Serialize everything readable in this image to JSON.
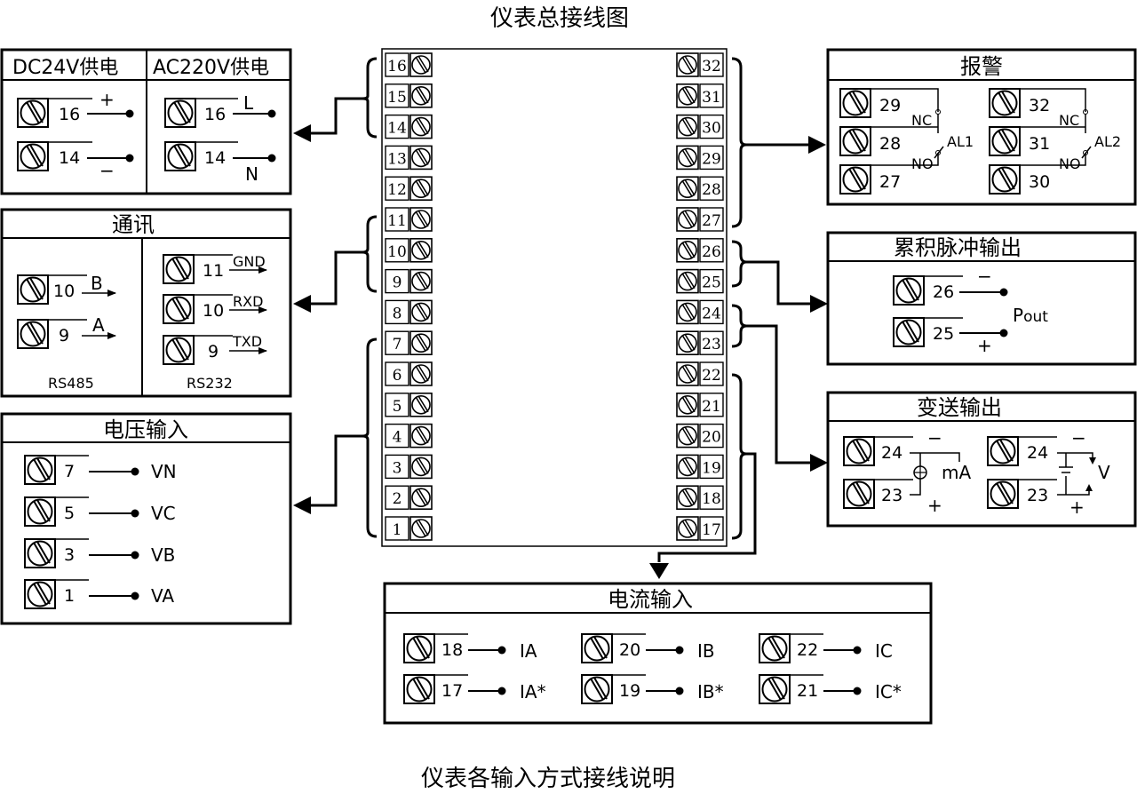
{
  "title": "仪表总接线图",
  "caption": "仪表各输入方式接线说明",
  "terminals": {
    "left": [
      "16",
      "15",
      "14",
      "13",
      "12",
      "11",
      "10",
      "9",
      "8",
      "7",
      "6",
      "5",
      "4",
      "3",
      "2",
      "1"
    ],
    "right": [
      "32",
      "31",
      "30",
      "29",
      "28",
      "27",
      "26",
      "25",
      "24",
      "23",
      "22",
      "21",
      "20",
      "19",
      "18",
      "17"
    ]
  },
  "power": {
    "dc_title": "DC24V供电",
    "ac_title": "AC220V供电",
    "dc": [
      {
        "pin": "16",
        "sign": "+"
      },
      {
        "pin": "14",
        "sign": "−"
      }
    ],
    "ac": [
      {
        "pin": "16",
        "sign": "L"
      },
      {
        "pin": "14",
        "sign": "N"
      }
    ]
  },
  "comm": {
    "title": "通讯",
    "rs485_label": "RS485",
    "rs232_label": "RS232",
    "rs485": [
      {
        "pin": "10",
        "sig": "B"
      },
      {
        "pin": "9",
        "sig": "A"
      }
    ],
    "rs232": [
      {
        "pin": "11",
        "sig": "GND"
      },
      {
        "pin": "10",
        "sig": "RXD"
      },
      {
        "pin": "9",
        "sig": "TXD"
      }
    ]
  },
  "voltage": {
    "title": "电压输入",
    "rows": [
      {
        "pin": "7",
        "sig": "VN"
      },
      {
        "pin": "5",
        "sig": "VC"
      },
      {
        "pin": "3",
        "sig": "VB"
      },
      {
        "pin": "1",
        "sig": "VA"
      }
    ]
  },
  "alarm": {
    "title": "报警",
    "nc": "NC",
    "no": "NO",
    "al1": {
      "name": "AL1",
      "pins": [
        "29",
        "28",
        "27"
      ]
    },
    "al2": {
      "name": "AL2",
      "pins": [
        "32",
        "31",
        "30"
      ]
    }
  },
  "pulse": {
    "title": "累积脉冲输出",
    "rows": [
      {
        "pin": "26",
        "sign": "−"
      },
      {
        "pin": "25",
        "sign": "+"
      }
    ],
    "label_main": "P",
    "label_sub": "out"
  },
  "transmit": {
    "title": "变送输出",
    "ma": {
      "pins": [
        "24",
        "23"
      ],
      "unit": "mA",
      "minus": "−",
      "plus": "+"
    },
    "v": {
      "pins": [
        "24",
        "23"
      ],
      "unit": "V",
      "minus": "−",
      "plus": "+"
    }
  },
  "current": {
    "title": "电流输入",
    "rows": [
      {
        "pin": "18",
        "sig": "IA"
      },
      {
        "pin": "20",
        "sig": "IB"
      },
      {
        "pin": "22",
        "sig": "IC"
      },
      {
        "pin": "17",
        "sig": "IA*"
      },
      {
        "pin": "19",
        "sig": "IB*"
      },
      {
        "pin": "21",
        "sig": "IC*"
      }
    ]
  }
}
